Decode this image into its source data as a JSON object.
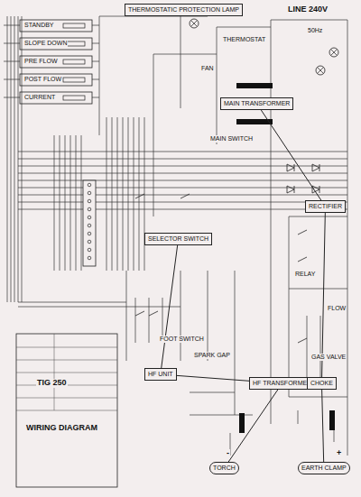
{
  "diagram": {
    "title": "WIRING DIAGRAM",
    "nodes": [
      {
        "text": [
          "THERMOSTATIC PROTECTION LAMP"
        ]
      },
      {
        "text": [
          "MAIN TRANSFORMER"
        ]
      },
      {
        "text": [
          "RECTIFIER"
        ]
      },
      {
        "text": [
          "SELECTOR SWITCH"
        ]
      },
      {
        "text": [
          "HF UNIT"
        ]
      },
      {
        "text": [
          "HF TRANSFORMER"
        ]
      },
      {
        "text": [
          "CHOKE"
        ]
      },
      {
        "text": [
          "TORCH"
        ]
      },
      {
        "text": [
          "EARTH CLAMP"
        ]
      }
    ],
    "edges": [
      {
        "from": 1,
        "to": 2,
        "arrow": "none"
      },
      {
        "from": 2,
        "to": 6,
        "arrow": "none"
      },
      {
        "from": 6,
        "to": 8,
        "arrow": "none"
      },
      {
        "from": 4,
        "to": 5,
        "arrow": "none"
      },
      {
        "from": 5,
        "to": 7,
        "arrow": "none"
      },
      {
        "from": 3,
        "to": 4,
        "arrow": "none"
      }
    ],
    "labels": [
      "LINE 240V",
      "50Hz",
      "THERMOSTAT",
      "STANDBY",
      "SLOPE DOWN",
      "PRE FLOW",
      "POST FLOW",
      "CURRENT",
      "MAIN SWITCH",
      "FLOW",
      "GAS VALVE",
      "FOOT SWITCH",
      "SPARK GAP",
      "RELAY",
      "FAN",
      "-",
      "+",
      "TIG 250"
    ]
  }
}
